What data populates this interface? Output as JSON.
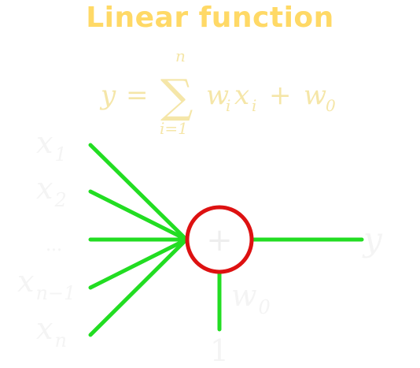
{
  "title": "Linear function",
  "formula": {
    "lhs": "y",
    "equals": "=",
    "sum_symbol": "∑",
    "upper_limit": "n",
    "lower_limit": "i=1",
    "term_w": "w",
    "term_w_sub": "i",
    "term_x": "x",
    "term_x_sub": "i",
    "plus": "+",
    "bias_w": "w",
    "bias_sub": "0"
  },
  "inputs": [
    {
      "base": "x",
      "sub": "1"
    },
    {
      "base": "x",
      "sub": "2"
    },
    {
      "base": "...",
      "sub": ""
    },
    {
      "base": "x",
      "sub": "n−1"
    },
    {
      "base": "x",
      "sub": "n"
    }
  ],
  "node": {
    "operator": "+"
  },
  "output": {
    "label": "y"
  },
  "bias": {
    "weight_base": "w",
    "weight_sub": "0",
    "input": "1"
  },
  "colors": {
    "title": "#ffd966",
    "formula": "#f5e6a8",
    "edge": "#22dd22",
    "node_stroke": "#dd1111",
    "node_fill": "#ffffff",
    "labels": "#f4f4f4",
    "background": "#ffffff"
  }
}
